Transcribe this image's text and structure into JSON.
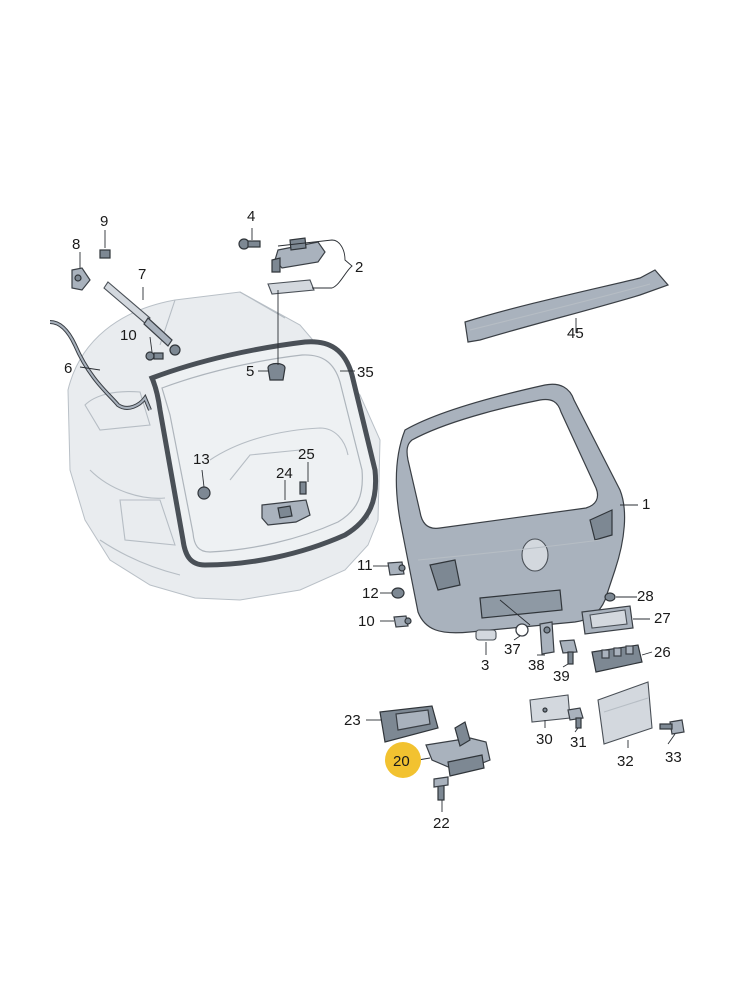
{
  "diagram": {
    "highlighted_part": "20",
    "highlight_color": "#f2c230",
    "callouts": {
      "c1": "1",
      "c2": "2",
      "c3": "3",
      "c4": "4",
      "c5": "5",
      "c6": "6",
      "c7": "7",
      "c8": "8",
      "c9": "9",
      "c10a": "10",
      "c10b": "10",
      "c11": "11",
      "c12": "12",
      "c13": "13",
      "c20": "20",
      "c22": "22",
      "c23": "23",
      "c24": "24",
      "c25": "25",
      "c26": "26",
      "c27": "27",
      "c28": "28",
      "c30": "30",
      "c31": "31",
      "c32": "32",
      "c33": "33",
      "c35": "35",
      "c37": "37",
      "c38": "38",
      "c39": "39",
      "c45": "45"
    }
  }
}
